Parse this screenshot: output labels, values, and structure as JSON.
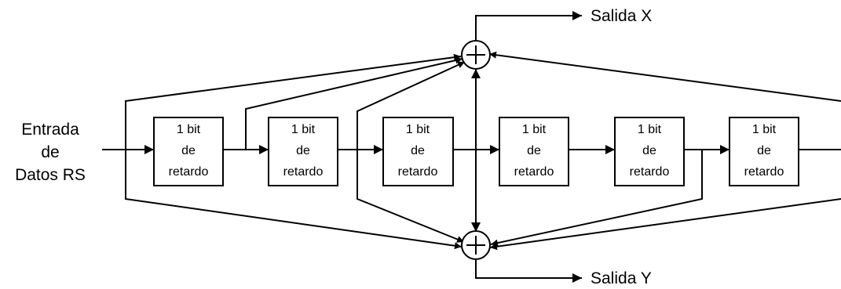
{
  "input_label": [
    "Entrada",
    "de",
    "Datos RS"
  ],
  "outputs": {
    "x": "Salida X",
    "y": "Salida Y"
  },
  "delay_blocks": [
    {
      "line1": "1  bit",
      "line2": "de",
      "line3": "retardo"
    },
    {
      "line1": "1  bit",
      "line2": "de",
      "line3": "retardo"
    },
    {
      "line1": "1  bit",
      "line2": "de",
      "line3": "retardo"
    },
    {
      "line1": "1  bit",
      "line2": "de",
      "line3": "retardo"
    },
    {
      "line1": "1  bit",
      "line2": "de",
      "line3": "retardo"
    },
    {
      "line1": "1  bit",
      "line2": "de",
      "line3": "retardo"
    }
  ],
  "adder_symbol": "+"
}
